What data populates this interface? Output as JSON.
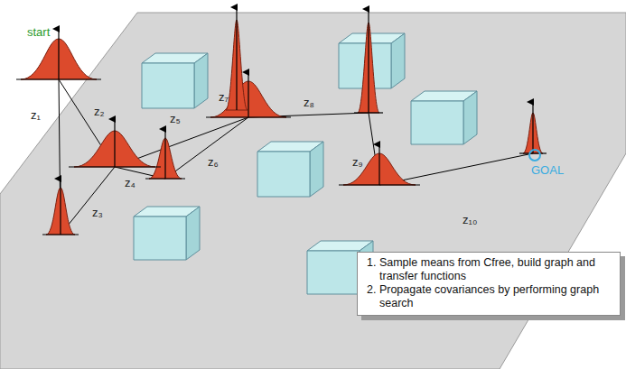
{
  "diagram": {
    "nodes": [
      {
        "text": [
          "1. Sample means from Cfree, build graph and transfer functions",
          "2. Propagate covariances by performing graph search"
        ]
      }
    ],
    "labels": [
      "start",
      "z₁",
      "z₂",
      "z₃",
      "z₄",
      "z₅",
      "z₆",
      "z₇",
      "z₈",
      "z₉",
      "z₁₀",
      "GOAL"
    ]
  }
}
